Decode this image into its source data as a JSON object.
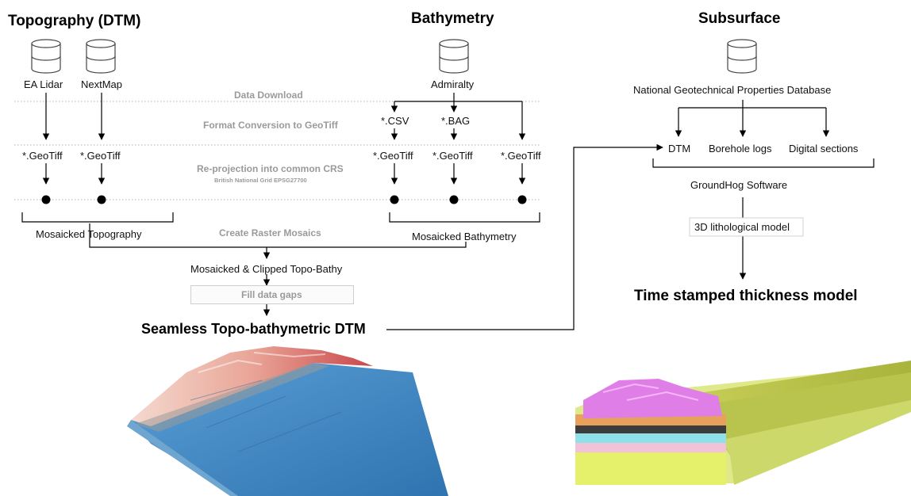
{
  "headings": {
    "topography": "Topography (DTM)",
    "bathymetry": "Bathymetry",
    "subsurface": "Subsurface"
  },
  "sources": {
    "ea_lidar": "EA Lidar",
    "nextmap": "NextMap",
    "admiralty": "Admiralty",
    "ngpd": "National Geotechnical Properties Database"
  },
  "steps": {
    "data_download": "Data Download",
    "format_conversion": "Format Conversion to GeoTiff",
    "reprojection": "Re-projection into common CRS",
    "reprojection_sub": "British National Grid EPSG27700",
    "create_mosaics": "Create Raster Mosaics",
    "fill_gaps": "Fill data gaps"
  },
  "files": {
    "csv": "*.CSV",
    "bag": "*.BAG",
    "geotiff": "*.GeoTiff"
  },
  "mosaics": {
    "topography": "Mosaicked Topography",
    "bathymetry": "Mosaicked Bathymetry",
    "clipped": "Mosaicked & Clipped Topo-Bathy"
  },
  "outputs": {
    "seamless_dtm": "Seamless Topo-bathymetric DTM",
    "thickness_model": "Time stamped thickness model"
  },
  "subsurface": {
    "dtm": "DTM",
    "borehole_logs": "Borehole logs",
    "digital_sections": "Digital sections",
    "software": "GroundHog Software",
    "model_3d": "3D lithological model"
  },
  "colors": {
    "ocean": "#3f86c2",
    "land_red": "#c9474a",
    "model_pink": "#e07ee8",
    "model_green": "#b8c24a",
    "guide_gray": "#b0b0b0"
  }
}
